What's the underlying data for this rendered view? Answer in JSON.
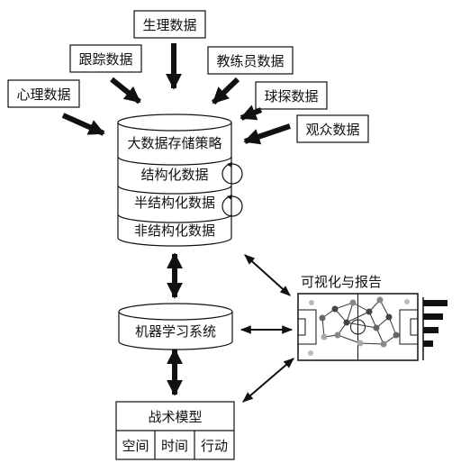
{
  "sources": {
    "physiological": "生理数据",
    "tracking": "跟踪数据",
    "coach": "教练员数据",
    "psychological": "心理数据",
    "scout": "球探数据",
    "audience": "观众数据"
  },
  "storage": {
    "title": "大数据存储策略",
    "structured": "结构化数据",
    "semi_structured": "半结构化数据",
    "unstructured": "非结构化数据"
  },
  "ml_system": "机器学习系统",
  "tactical_model": {
    "title": "战术模型",
    "cells": [
      "空间",
      "时间",
      "行动"
    ]
  },
  "visualization": {
    "title": "可视化与报告",
    "icon": "soccer-pitch-network-and-bar-chart-icon"
  },
  "colors": {
    "ink": "#111111",
    "node_gray": "#888888",
    "node_dark": "#444444"
  }
}
